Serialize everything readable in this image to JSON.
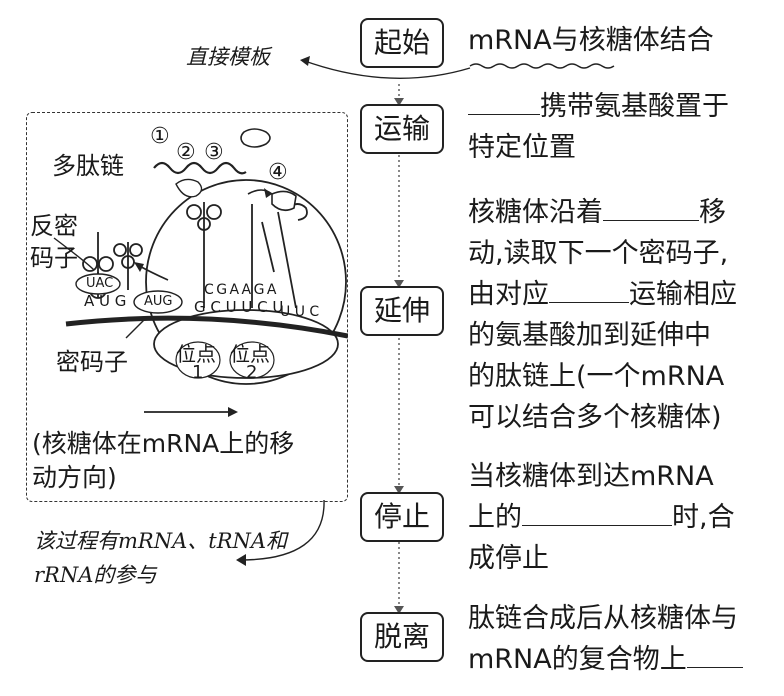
{
  "annotations": {
    "direct_template": "直接模板",
    "process_note_line1": "该过程有mRNA、tRNA和",
    "process_note_line2": "rRNA的参与"
  },
  "stages": [
    {
      "label": "起始",
      "lines": [
        [
          "mRNA与核糖体结合"
        ]
      ]
    },
    {
      "label": "运输",
      "lines": [
        [
          "",
          "携带氨基酸置于"
        ],
        [
          "特定位置"
        ]
      ]
    },
    {
      "label": "延伸",
      "lines": [
        [
          "核糖体沿着",
          "",
          "移"
        ],
        [
          "动,读取下一个密码子,"
        ],
        [
          "由对应",
          "",
          "运输相应"
        ],
        [
          "的氨基酸加到延伸中"
        ],
        [
          "的肽链上(一个mRNA"
        ],
        [
          "可以结合多个核糖体)"
        ]
      ]
    },
    {
      "label": "停止",
      "lines": [
        [
          "当核糖体到达mRNA"
        ],
        [
          "上的",
          "",
          "时,合"
        ],
        [
          "成停止"
        ]
      ]
    },
    {
      "label": "脱离",
      "lines": [
        [
          "肽链合成后从核糖体与"
        ],
        [
          "mRNA的复合物上",
          ""
        ]
      ]
    }
  ],
  "diagram": {
    "polypeptide_label": "多肽链",
    "anticodon_label": "反密码子",
    "codon_label": "密码子",
    "site1_label": "位点",
    "site1_num": "1",
    "site2_label": "位点",
    "site2_num": "2",
    "circled_numbers": [
      "①",
      "②",
      "③",
      "④"
    ],
    "anticodon_seq": "UAC",
    "codon_start": "AUG",
    "mrna_left": "A U G",
    "mrna_mid": "G C U U C U",
    "mrna_right": "U U C",
    "trna_top": "C G A A G A",
    "direction_caption_line1": "(核糖体在mRNA上的移",
    "direction_caption_line2": "动方向)"
  }
}
